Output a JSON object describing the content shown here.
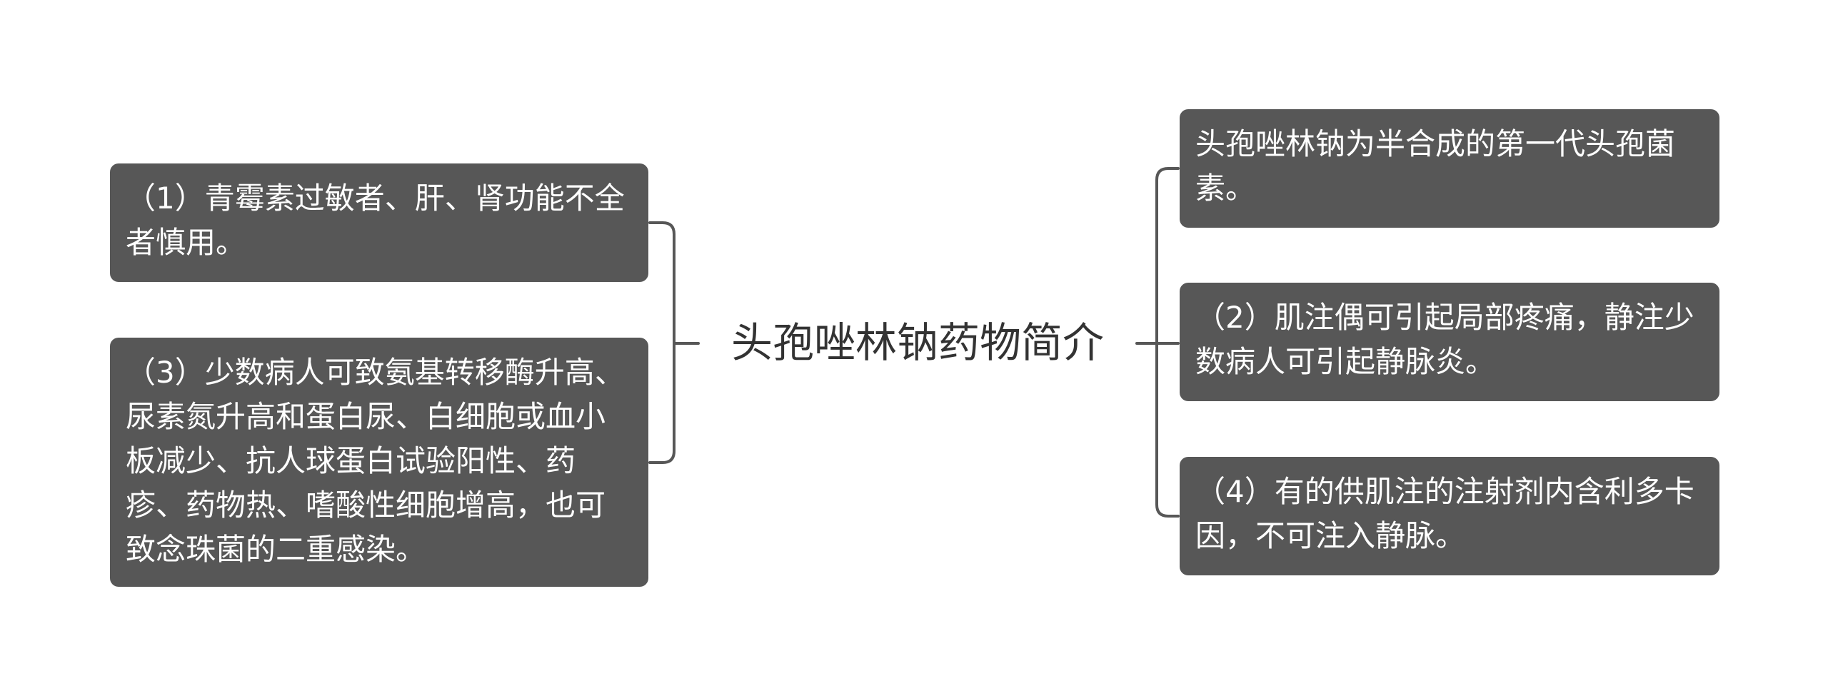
{
  "colors": {
    "node_background": "#575757",
    "node_text": "#ffffff",
    "connector": "#575757",
    "center_text": "#333333"
  },
  "center": {
    "title": "头孢唑林钠药物简介"
  },
  "left_branches": [
    {
      "text": "（1）青霉素过敏者、肝、肾功能不全者慎用。"
    },
    {
      "text": "（3）少数病人可致氨基转移酶升高、尿素氮升高和蛋白尿、白细胞或血小板减少、抗人球蛋白试验阳性、药疹、药物热、嗜酸性细胞增高，也可致念珠菌的二重感染。"
    }
  ],
  "right_branches": [
    {
      "text": "头孢唑林钠为半合成的第一代头孢菌素。"
    },
    {
      "text": "（2）肌注偶可引起局部疼痛，静注少数病人可引起静脉炎。"
    },
    {
      "text": "（4）有的供肌注的注射剂内含利多卡因，不可注入静脉。"
    }
  ]
}
